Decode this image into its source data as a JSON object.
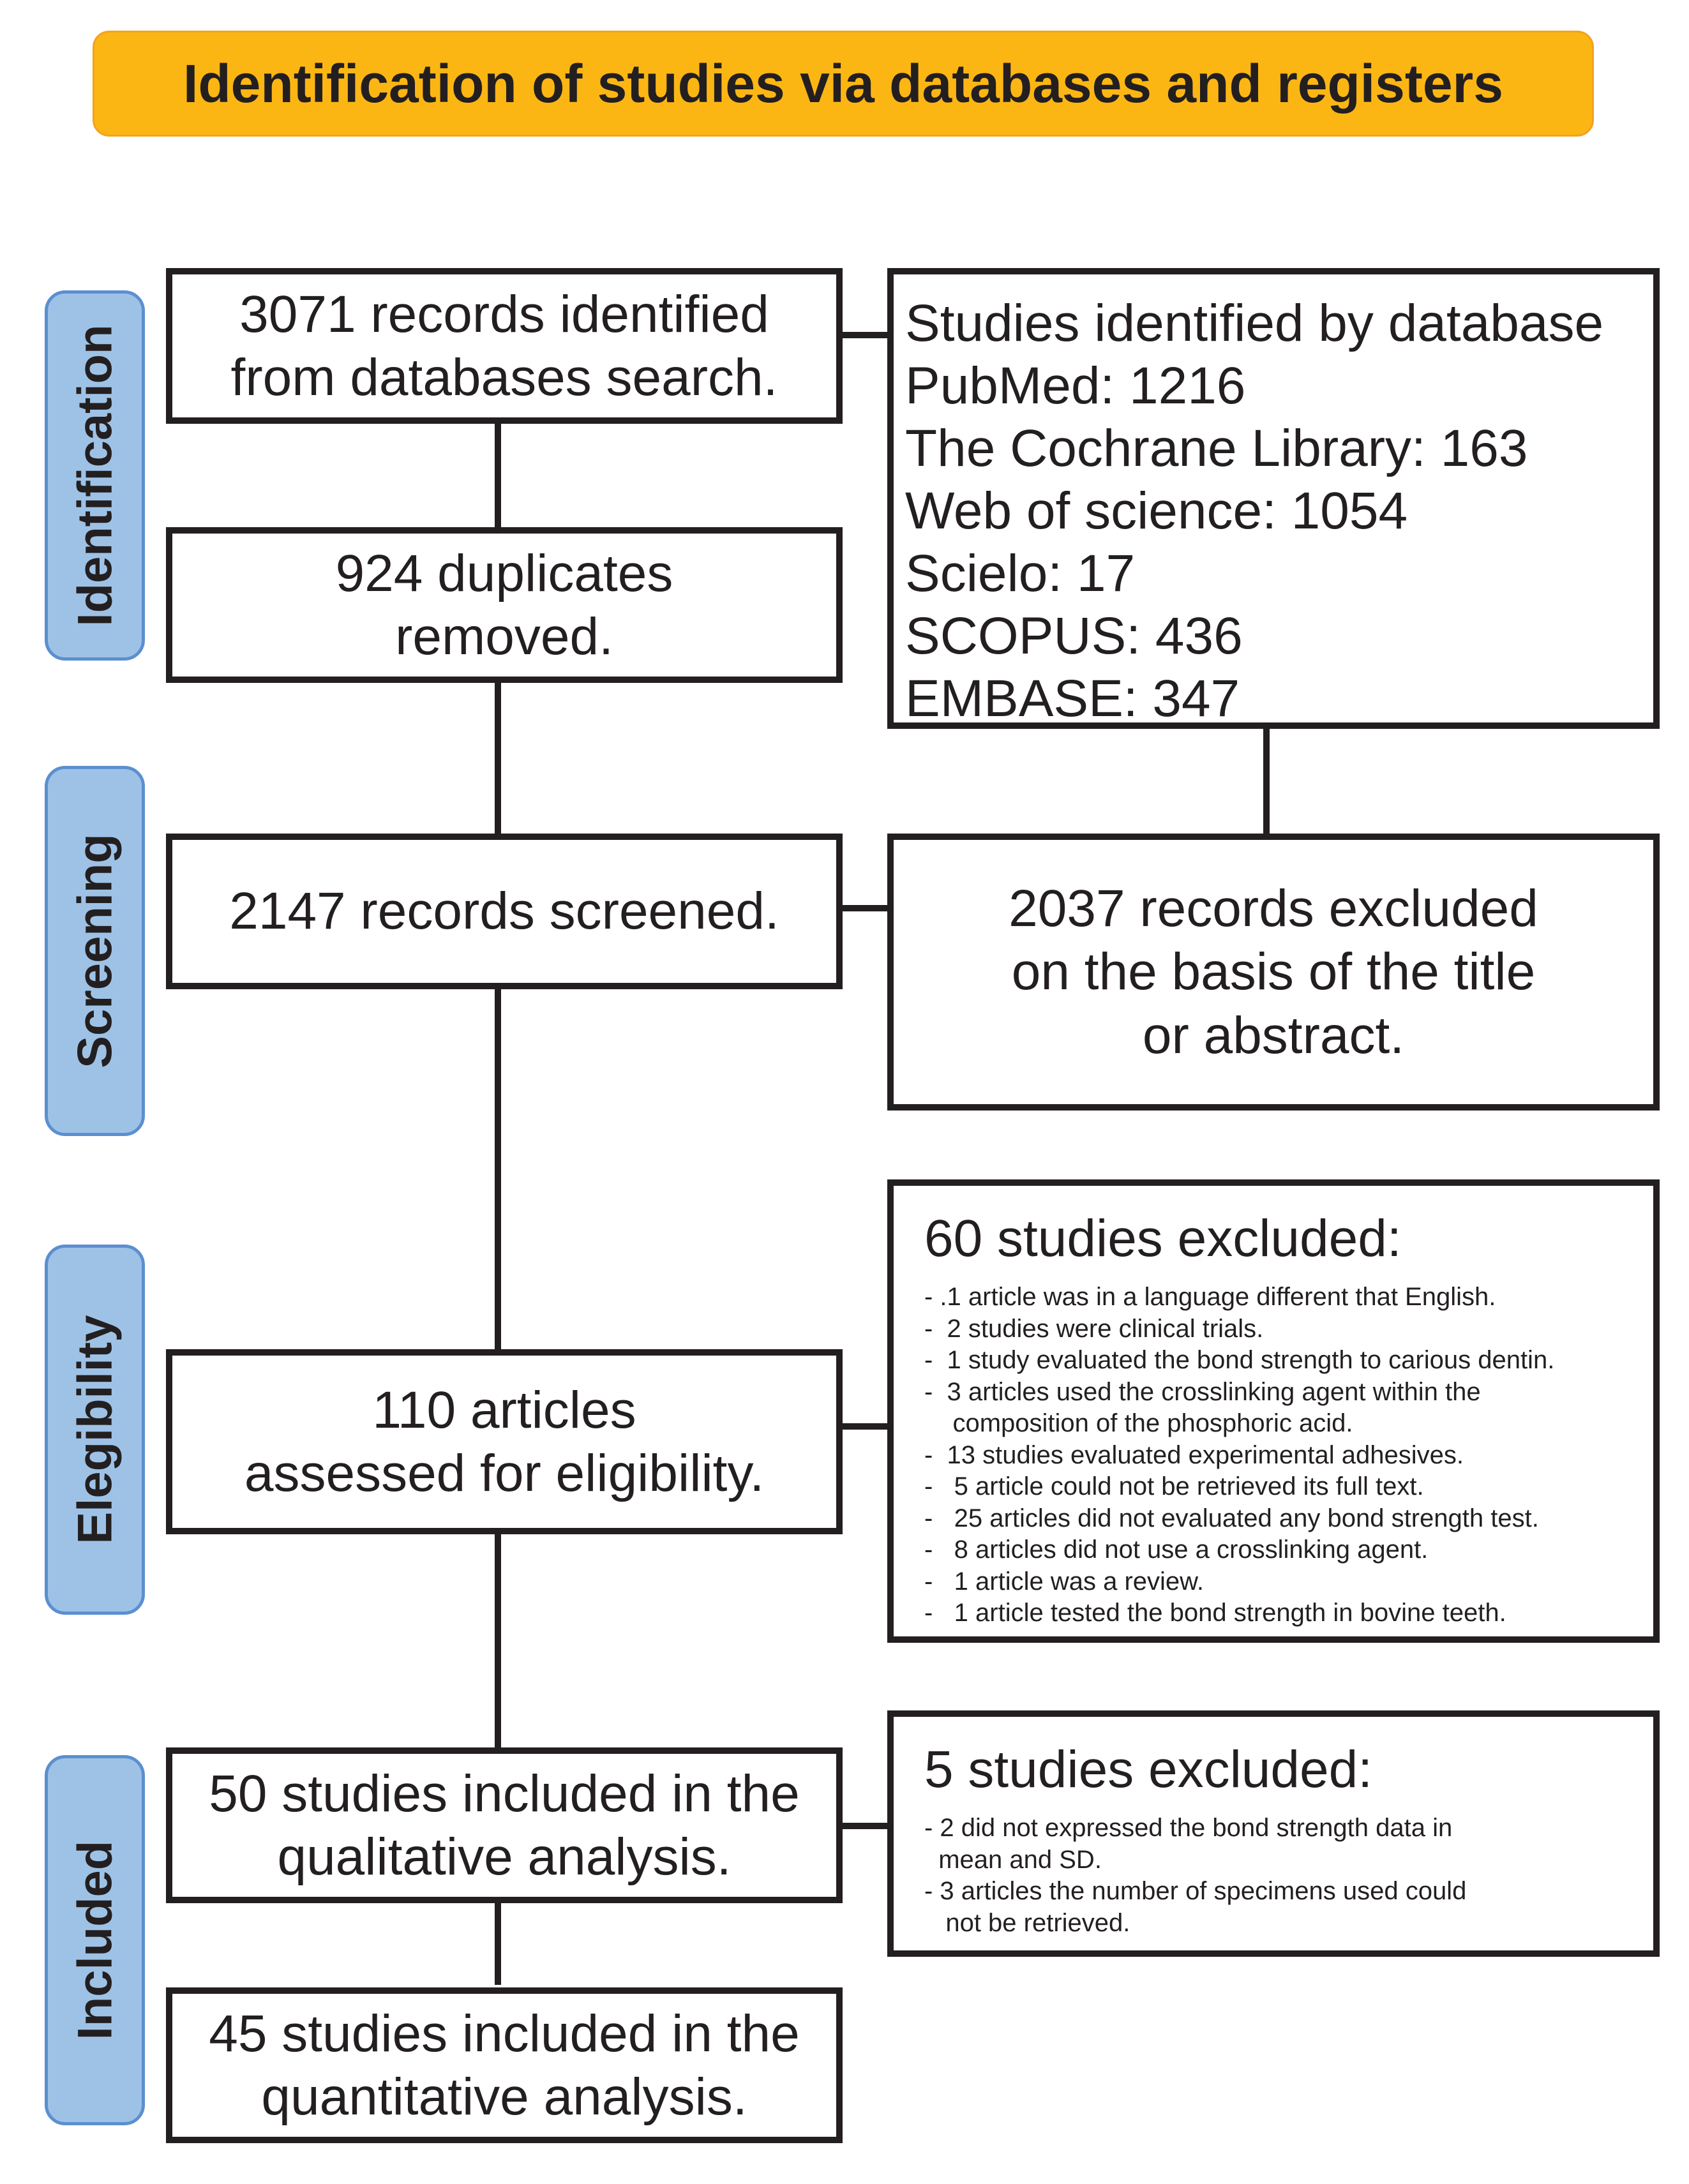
{
  "header": {
    "title": "Identification of studies via databases and registers"
  },
  "phases": {
    "identification": "Identification",
    "screening": "Screening",
    "eligibility": "Elegibility",
    "included": "Included"
  },
  "flow": {
    "records_identified": [
      "3071 records identified",
      "from databases search."
    ],
    "duplicates_removed": [
      "924 duplicates",
      "removed."
    ],
    "records_screened": [
      "2147 records screened."
    ],
    "records_excluded": [
      "2037 records excluded",
      "on the basis of the title",
      "or abstract."
    ],
    "assessed_eligibility": [
      "110 articles",
      "assessed for eligibility."
    ],
    "qualitative": [
      "50 studies included in the",
      "qualitative analysis."
    ],
    "quantitative": [
      "45 studies included in the",
      "quantitative analysis."
    ]
  },
  "databases": {
    "heading": "Studies identified by database",
    "items": [
      "PubMed: 1216",
      "The Cochrane Library: 163",
      "Web of science: 1054",
      "Scielo: 17",
      "SCOPUS: 436",
      "EMBASE: 347"
    ]
  },
  "eligibility_exclusions": {
    "title": "60 studies excluded:",
    "items": [
      "- .1 article was in a language different that English.",
      "-  2 studies were clinical trials.",
      "-  1 study evaluated the bond strength to carious dentin.",
      "-  3 articles used the crosslinking agent within the",
      "    composition of the phosphoric acid.",
      "-  13 studies evaluated experimental adhesives.",
      "-   5 article could not be retrieved its full text.",
      "-   25 articles did not evaluated any bond strength test.",
      "-   8 articles did not use a crosslinking agent.",
      "-   1 article was a review.",
      "-   1 article tested the bond strength in bovine teeth."
    ]
  },
  "final_exclusions": {
    "title": "5 studies excluded:",
    "items": [
      "- 2 did not expressed the bond strength data in",
      "  mean and SD.",
      "- 3 articles the number of specimens used could",
      "   not be retrieved."
    ]
  }
}
